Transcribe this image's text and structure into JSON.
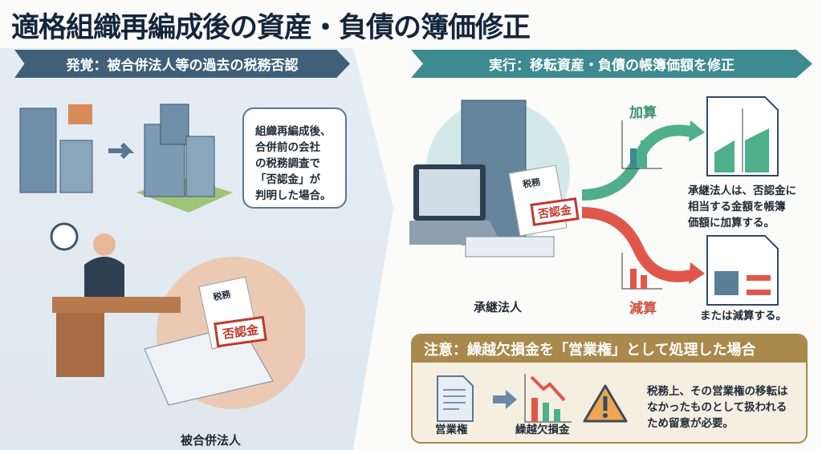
{
  "title": "適格組織再編成後の資産・負債の簿価修正",
  "left": {
    "banner": "発覚：被合併法人等の過去の税務否認",
    "bubble": [
      "組織再編成後、",
      "合併前の会社",
      "の税務調査で",
      "「否認金」が",
      "判明した場合。"
    ],
    "doc_tag": "税務",
    "stamp": "否認金",
    "caption": "被合併法人"
  },
  "right": {
    "banner": "実行：移転資産・負債の帳簿価額を修正",
    "doc_tag": "税務",
    "stamp": "否認金",
    "caption": "承継法人",
    "add_label": "加算",
    "add_note": [
      "承継法人は、否認金に",
      "相当する金額を帳簿",
      "価額に加算する。"
    ],
    "sub_label": "減算",
    "sub_note": "または減算する。"
  },
  "notice": {
    "header": "注意：繰越欠損金を「営業権」として処理した場合",
    "item1": "営業権",
    "item2": "繰越欠損金",
    "text": [
      "税務上、その営業権の移転は",
      "なかったものとして扱われる",
      "ため留意が必要。"
    ]
  },
  "colors": {
    "navy": "#40607a",
    "teal": "#3d8a91",
    "gold": "#a98a4c",
    "green": "#4fae8c",
    "red": "#e0574a"
  }
}
